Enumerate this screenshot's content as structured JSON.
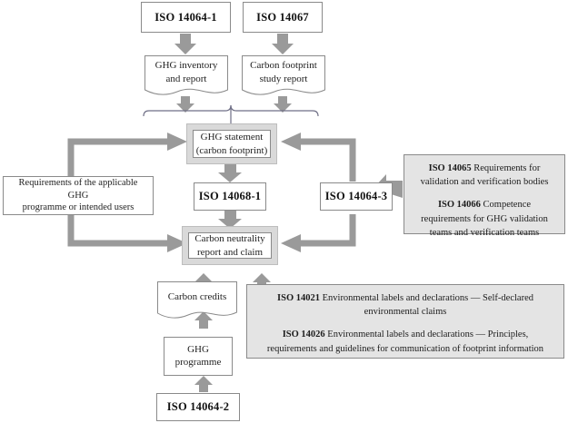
{
  "diagram": {
    "title": "ISO carbon footprint and carbon neutrality standards relationship diagram",
    "colors": {
      "arrow_gray": "#9a9a9a",
      "panel_gray": "#e4e4e4",
      "frame_gray": "#d9d9d9",
      "box_border": "#8a8a8a",
      "bracket": "#6f6f86",
      "text": "#1c1c1c",
      "background": "#ffffff"
    },
    "nodes": {
      "iso_14064_1": "ISO 14064-1",
      "iso_14067": "ISO 14067",
      "ghg_inventory": "GHG inventory\nand report",
      "ghg_inventory_line1": "GHG inventory",
      "ghg_inventory_line2": "and report",
      "carbon_footprint_study": "Carbon footprint\nstudy report",
      "carbon_footprint_study_line1": "Carbon footprint",
      "carbon_footprint_study_line2": "study report",
      "ghg_statement_line1": "GHG statement",
      "ghg_statement_line2": "(carbon footprint)",
      "iso_14068_1": "ISO 14068-1",
      "iso_14064_3": "ISO 14064-3",
      "requirements_line1": "Requirements of the applicable GHG",
      "requirements_line2": "programme or intended users",
      "carbon_neutrality_line1": "Carbon neutrality",
      "carbon_neutrality_line2": "report and claim",
      "carbon_credits": "Carbon credits",
      "ghg_programme_line1": "GHG",
      "ghg_programme_line2": "programme",
      "iso_14064_2": "ISO 14064-2"
    },
    "panels": {
      "validation": {
        "item1_code": "ISO 14065",
        "item1_text": " Requirements for validation and verification bodies",
        "item2_code": "ISO 14066",
        "item2_text": " Competence requirements for GHG validation teams and verification teams"
      },
      "labels": {
        "item1_code": "ISO 14021",
        "item1_text": " Environmental labels and declarations — Self-declared environmental claims",
        "item2_code": "ISO 14026",
        "item2_text": " Environmental labels and declarations — Principles, requirements and guidelines for communication of footprint information"
      }
    }
  }
}
